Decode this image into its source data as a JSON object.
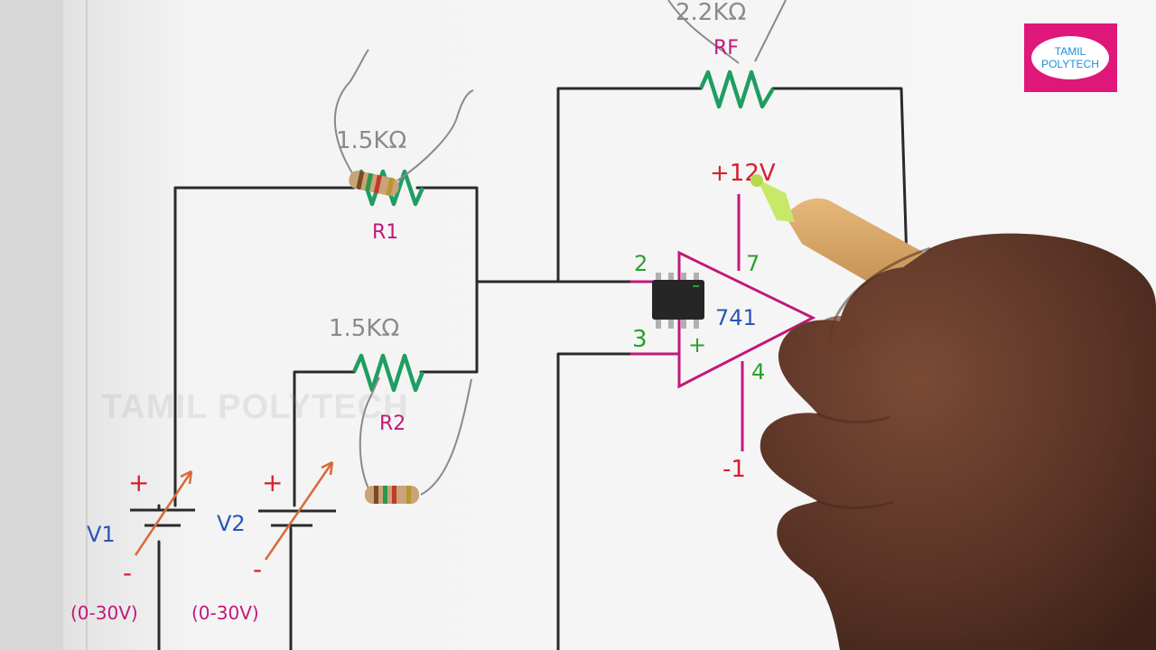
{
  "resistors": {
    "r1": {
      "value": "1.5KΩ",
      "name": "R1"
    },
    "r2": {
      "value": "1.5KΩ",
      "name": "R2"
    },
    "rf": {
      "value": "2.2KΩ",
      "name": "RF"
    }
  },
  "opamp": {
    "part": "741",
    "pin_inverting": "2",
    "pin_noninverting": "3",
    "pin_vplus": "7",
    "pin_vminus": "4",
    "minus_sign": "-",
    "plus_sign": "+"
  },
  "supply": {
    "positive": "+12V",
    "negative": "-1"
  },
  "sources": {
    "v1": {
      "name": "V1",
      "range": "(0-30V)",
      "plus": "+",
      "minus": "-"
    },
    "v2": {
      "name": "V2",
      "range": "(0-30V)",
      "plus": "+",
      "minus": "-"
    }
  },
  "logo": {
    "line1": "TAMIL",
    "line2": "POLYTECH"
  },
  "watermark": "TAMIL POLYTECH",
  "colors": {
    "wire": "#2a2a2a",
    "resistor": "#1f9e62",
    "label_pink": "#c2187a",
    "label_blue": "#2a56b8",
    "label_red": "#d4202c",
    "pin_green": "#2aa02a",
    "logo_bg": "#e0177a",
    "logo_text": "#1e8fd6",
    "paper": "#f3f3f3",
    "skin": "#5a3526",
    "pen": "#d4a265"
  }
}
